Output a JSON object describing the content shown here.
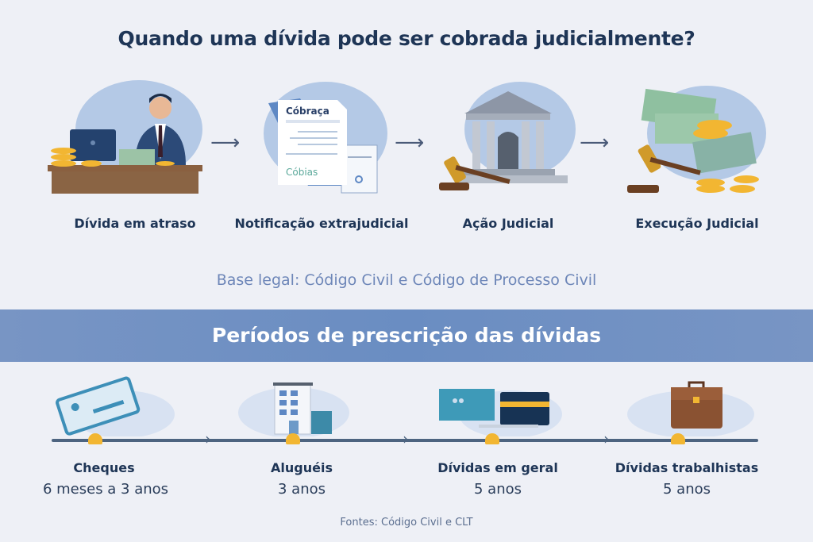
{
  "title": "Quando uma dívida pode ser cobrada judicialmente?",
  "steps": [
    {
      "label": "Dívida em atraso",
      "icon": "debtor-at-desk-icon"
    },
    {
      "label": "Notificação extrajudicial",
      "icon": "notice-document-icon",
      "doc_title": "Cóbraça",
      "doc_footer": "Cóbias"
    },
    {
      "label": "Ação Judicial",
      "icon": "courthouse-gavel-icon"
    },
    {
      "label": "Execução Judicial",
      "icon": "gavel-money-icon"
    }
  ],
  "legal_basis": "Base legal: Código Civil  e Código de Processo Civil",
  "banner": "Períodos de prescrição das dívidas",
  "periods": [
    {
      "label": "Cheques",
      "value": "6 meses a 3 anos",
      "icon": "cheque-icon"
    },
    {
      "label": "Aluguéis",
      "value": "3 anos",
      "icon": "building-icon"
    },
    {
      "label": "Dívidas em geral",
      "value": "5 anos",
      "icon": "credit-card-icon"
    },
    {
      "label": "Dívidas trabalhistas",
      "value": "5 anos",
      "icon": "briefcase-icon"
    }
  ],
  "sources": "Fontes: Código Civil e CLT",
  "colors": {
    "background": "#eef0f6",
    "title": "#1e3556",
    "banner": "#6d8fc2",
    "marker": "#f2b632"
  }
}
